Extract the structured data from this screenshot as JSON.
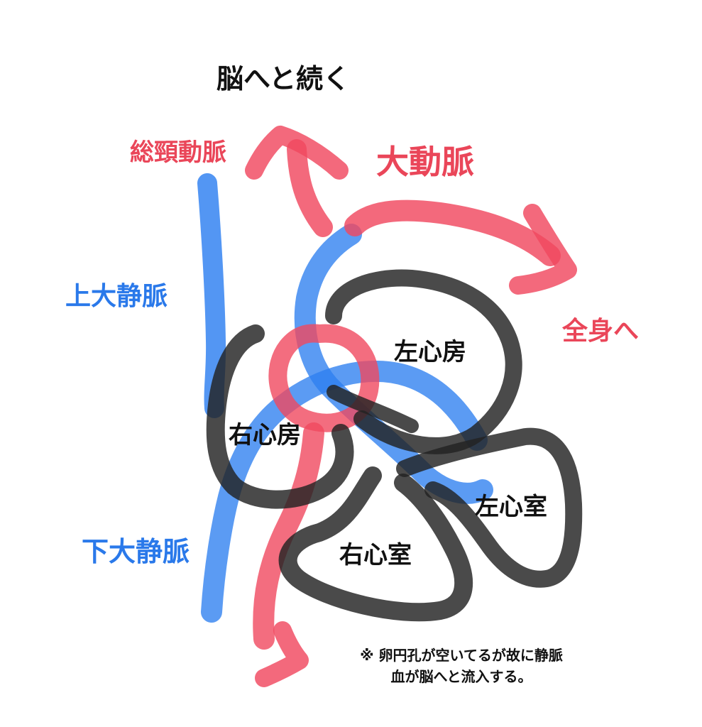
{
  "colors": {
    "artery": "#f0485f",
    "vein": "#2d7ff0",
    "outline": "#222222",
    "text_black": "#111111",
    "text_red": "#ea4659",
    "text_blue": "#2a79ea"
  },
  "labels": {
    "to_brain": "脳へと続く",
    "common_carotid": "総頸動脈",
    "aorta": "大動脈",
    "whole_body": "全身へ",
    "svc": "上大静脈",
    "ivc": "下大静脈",
    "left_atrium": "左心房",
    "right_atrium": "右心房",
    "left_ventricle": "左心室",
    "right_ventricle": "右心室"
  },
  "note": {
    "line1": "※ 卵円孔が空いてるが故に静脈",
    "line2": "血が脳へと流入する。"
  }
}
